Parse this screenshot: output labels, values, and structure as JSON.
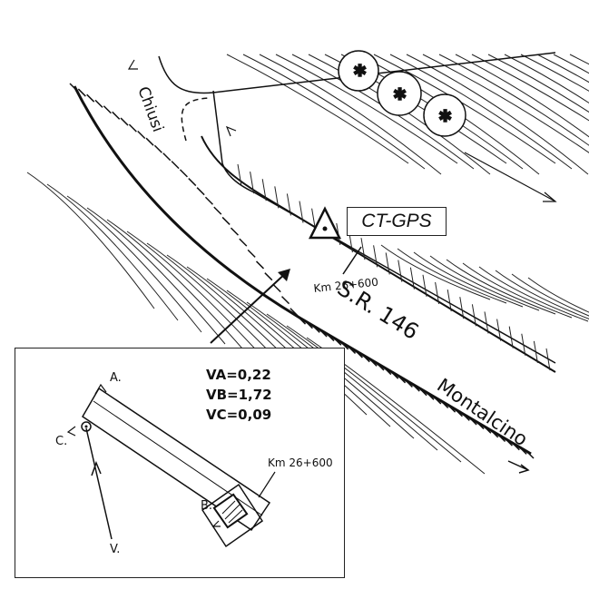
{
  "map": {
    "road_name": "S.R. 146",
    "direction_north": "Chiusi",
    "direction_south": "Montalcino",
    "km_marker": "Km 26+600",
    "station_label": "CT-GPS",
    "colors": {
      "ink": "#111111",
      "background": "#ffffff"
    }
  },
  "inset": {
    "point_a": "A.",
    "point_b": "B.",
    "point_c": "C.",
    "point_v": "V.",
    "km_marker": "Km 26+600",
    "va": "VA=0,22",
    "vb": "VB=1,72",
    "vc": "VC=0,09"
  }
}
